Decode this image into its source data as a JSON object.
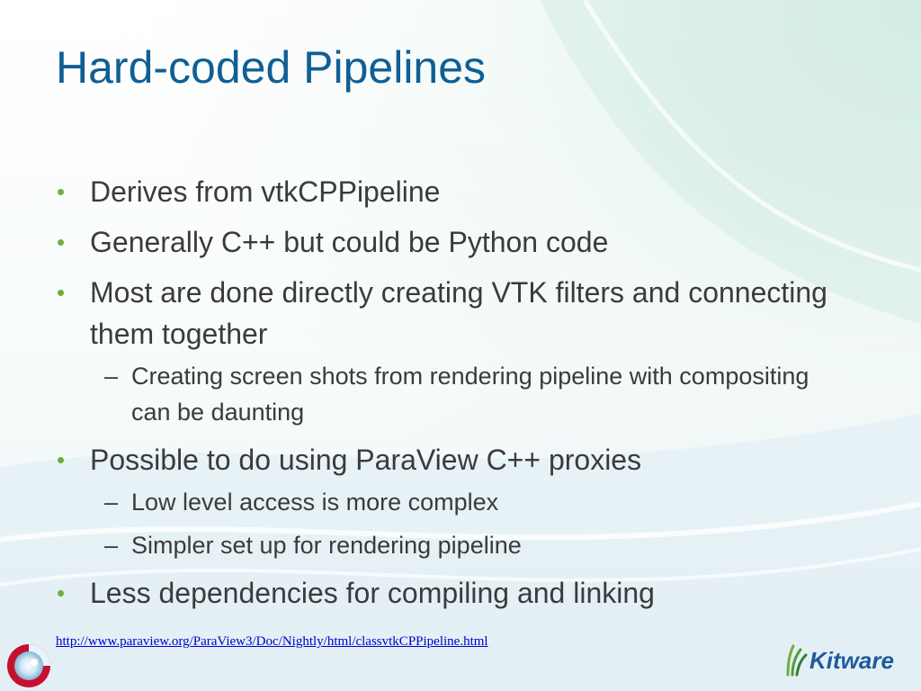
{
  "slide": {
    "title": "Hard-coded Pipelines",
    "bullets": [
      {
        "text": "Derives from vtkCPPipeline",
        "subitems": []
      },
      {
        "text": "Generally C++ but could be Python code",
        "subitems": []
      },
      {
        "text": "Most are done directly creating VTK filters and connecting them together",
        "subitems": [
          "Creating screen shots from rendering pipeline with compositing can be daunting"
        ]
      },
      {
        "text": "Possible to do using ParaView C++ proxies",
        "subitems": [
          "Low level access is more complex",
          "Simpler set up for rendering pipeline"
        ]
      },
      {
        "text": "Less dependencies for compiling and linking",
        "subitems": []
      }
    ],
    "link": {
      "text": "http://www.paraview.org/ParaView3/Doc/Nightly/html/classvtkCPPipeline.html"
    },
    "brand": {
      "name": "Kitware"
    },
    "icons": {
      "bullet": "round-bullet",
      "sub_bullet": "dash",
      "left_logo": "paraview-logo-icon",
      "right_logo": "kitware-logo-icon"
    },
    "colors": {
      "title": "#0f5f95",
      "text": "#3b3b3b",
      "bullet": "#6fae3c",
      "link": "#0000cc",
      "brand": "#1f5a9c"
    }
  }
}
